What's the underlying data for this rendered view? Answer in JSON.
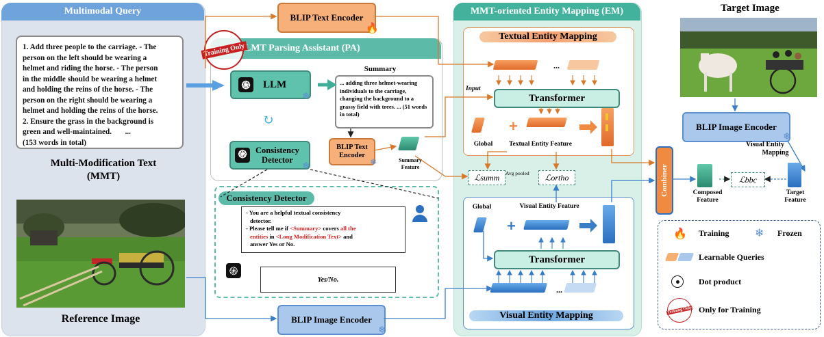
{
  "multimodal_query": {
    "header": "Multimodal Query",
    "mmt_lines": [
      "1. Add three people to the carriage. - The",
      "person on the left should be wearing a",
      "helmet and riding the horse. - The person",
      "in the middle should be wearing a helmet",
      "and holding the reins of the horse. - The",
      "person on the right should be wearing a",
      "helmet and holding the reins of the horse.",
      "2. Ensure the grass in the background is",
      "green and well-maintained.       ...",
      "(153 words in total)"
    ],
    "mmt_title_1": "Multi-Modification Text",
    "mmt_title_2": "(MMT)",
    "ref_title": "Reference Image"
  },
  "pa": {
    "stamp": "Training Only",
    "header": "LMT Parsing Assistant (PA)",
    "llm": "LLM",
    "summary_title": "Summary",
    "summary_text": "... adding three helmet-wearing individuals to the carriage, changing the background to a grassy field with trees. ... (51 words in total)",
    "cd_line1": "Consistency",
    "cd_line2": "Detector",
    "blip_text_small_1": "BLIP Text",
    "blip_text_small_2": "Encoder",
    "summary_feature_1": "Summary",
    "summary_feature_2": "Feature"
  },
  "cd_panel": {
    "header": "Consistency Detector",
    "prompt_1": "- You are a helpful textual consistency",
    "prompt_2": "detector.",
    "prompt_3a": "- Please tell me if ",
    "prompt_3b": "<Summary>",
    "prompt_3c": " covers ",
    "prompt_3d": "all the",
    "prompt_4a": "entities",
    "prompt_4b": " in ",
    "prompt_4c": "<Long Modification Text>",
    "prompt_4d": " and",
    "prompt_5": "answer Yes or No.",
    "answer": "Yes/No."
  },
  "top": {
    "blip_text_encoder": "BLIP Text Encoder",
    "blip_image_encoder": "BLIP Image Encoder"
  },
  "em": {
    "header": "MMT-oriented Entity Mapping (EM)",
    "textual_title": "Textual Entity Mapping",
    "input": "Input",
    "transformer": "Transformer",
    "global": "Global",
    "textual_entity_feature": "Textual Entity Feature",
    "visual_global": "Global",
    "visual_entity_feature": "Visual Entity Feature",
    "visual_title": "Visual Entity Mapping",
    "l_summ": "ℒsumm",
    "l_ortho": "ℒortho",
    "avg_pooled": "Avg pooled"
  },
  "target": {
    "title": "Target Image",
    "blip_image_encoder": "BLIP Image Encoder",
    "vem_1": "Visual Entity",
    "vem_2": "Mapping",
    "combiner": "Combiner",
    "composed_1": "Composed",
    "composed_2": "Feature",
    "target_1": "Target",
    "target_2": "Feature",
    "l_bbc": "ℒbbc"
  },
  "legend": {
    "training": "Training",
    "frozen": "Frozen",
    "learnable": "Learnable Queries",
    "dot": "Dot product",
    "only": "Only for Training",
    "stamp": "Training Only"
  },
  "colors": {
    "blue_header": "#5b9bd5",
    "teal": "#3fae99",
    "orange": "#f4a460",
    "blue_box": "#bdd7ee",
    "red": "#e02020"
  }
}
